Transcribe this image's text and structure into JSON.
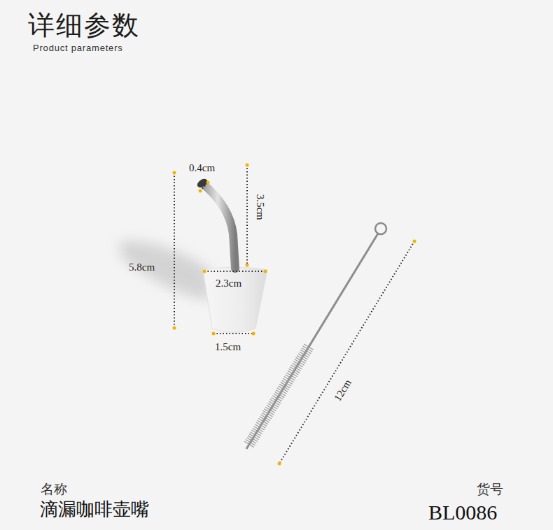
{
  "diagram": {
    "title": "详细参数",
    "labels": [
      "Product parameters",
      "0.4cm",
      "3.5cm",
      "5.8cm",
      "2.3cm",
      "1.5cm",
      "12cm",
      "名称",
      "滴漏咖啡壶嘴",
      "货号",
      "BL0086"
    ]
  }
}
